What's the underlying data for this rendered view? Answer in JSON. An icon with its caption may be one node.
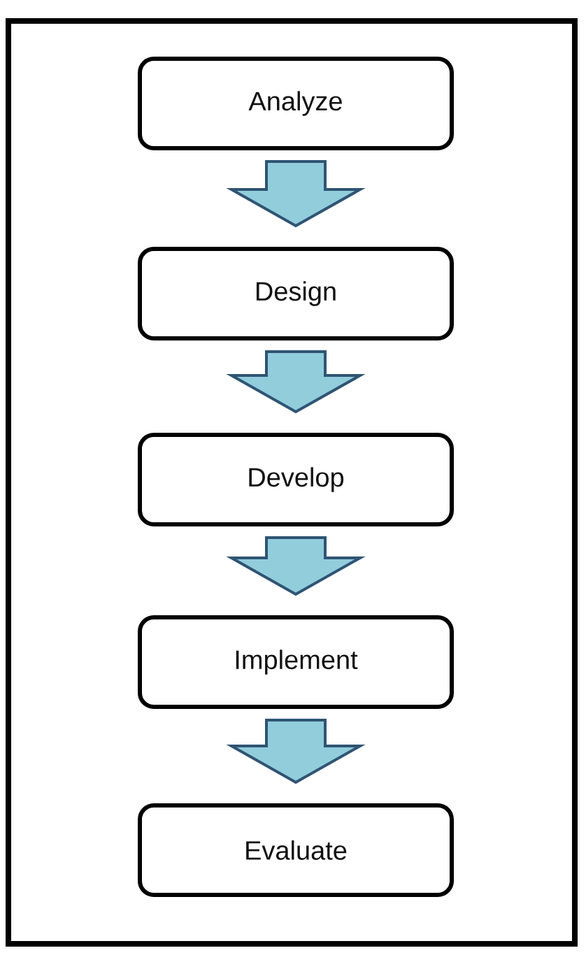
{
  "diagram": {
    "nodes": [
      {
        "text": [
          "Analyze"
        ]
      },
      {
        "text": [
          "Design"
        ]
      },
      {
        "text": [
          "Develop"
        ]
      },
      {
        "text": [
          "Implement"
        ]
      },
      {
        "text": [
          "Evaluate"
        ]
      }
    ],
    "edges": [
      {
        "from": 0,
        "to": 1,
        "arrow": "to"
      },
      {
        "from": 1,
        "to": 2,
        "arrow": "to"
      },
      {
        "from": 2,
        "to": 3,
        "arrow": "to"
      },
      {
        "from": 3,
        "to": 4,
        "arrow": "to"
      }
    ]
  }
}
